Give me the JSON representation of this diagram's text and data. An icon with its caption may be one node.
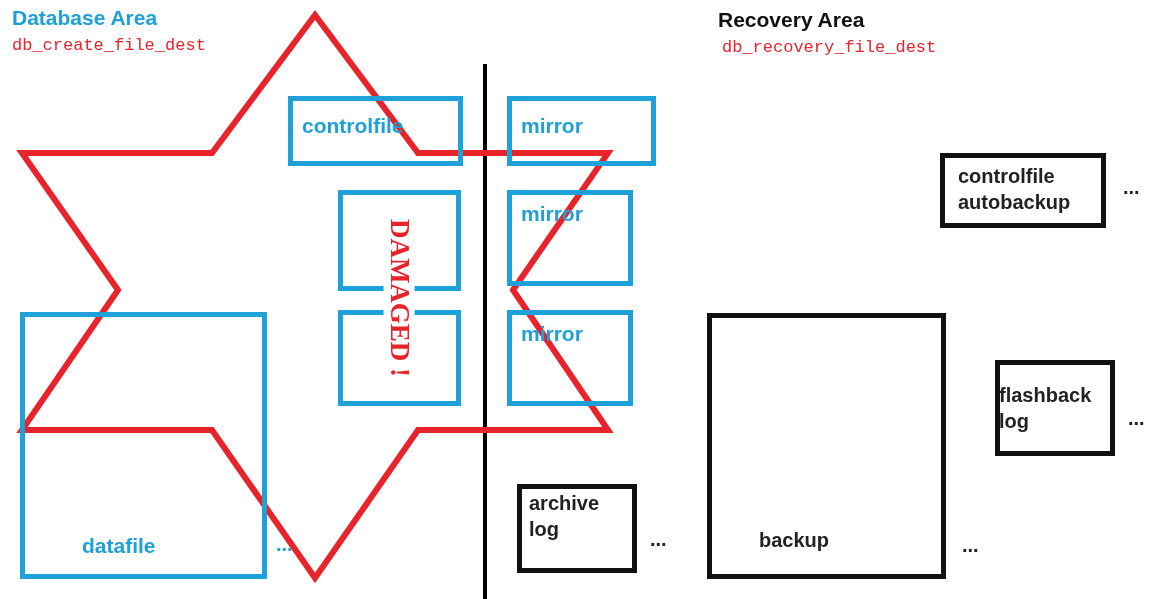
{
  "diagram": {
    "nodes": [
      {
        "text": [
          "controlfile"
        ]
      },
      {
        "text": [],
        "shape": "box"
      },
      {
        "text": [],
        "shape": "box"
      },
      {
        "text": [
          "datafile"
        ],
        "beside": [
          "..."
        ]
      },
      {
        "text": [
          "mirror"
        ]
      },
      {
        "text": [
          "mirror"
        ]
      },
      {
        "text": [
          "mirror"
        ]
      },
      {
        "text": [
          "controlfile autobackup"
        ],
        "beside": [
          "..."
        ]
      },
      {
        "text": [
          "flashback log"
        ],
        "beside": [
          "..."
        ]
      },
      {
        "text": [
          "archive log"
        ],
        "beside": [
          "..."
        ]
      },
      {
        "text": [
          "backup"
        ],
        "beside": [
          "..."
        ]
      }
    ],
    "labels": [
      "Database Area",
      "db_create_file_dest",
      "Recovery Area",
      "db_recovery_file_dest",
      "DAMAGED !"
    ]
  }
}
